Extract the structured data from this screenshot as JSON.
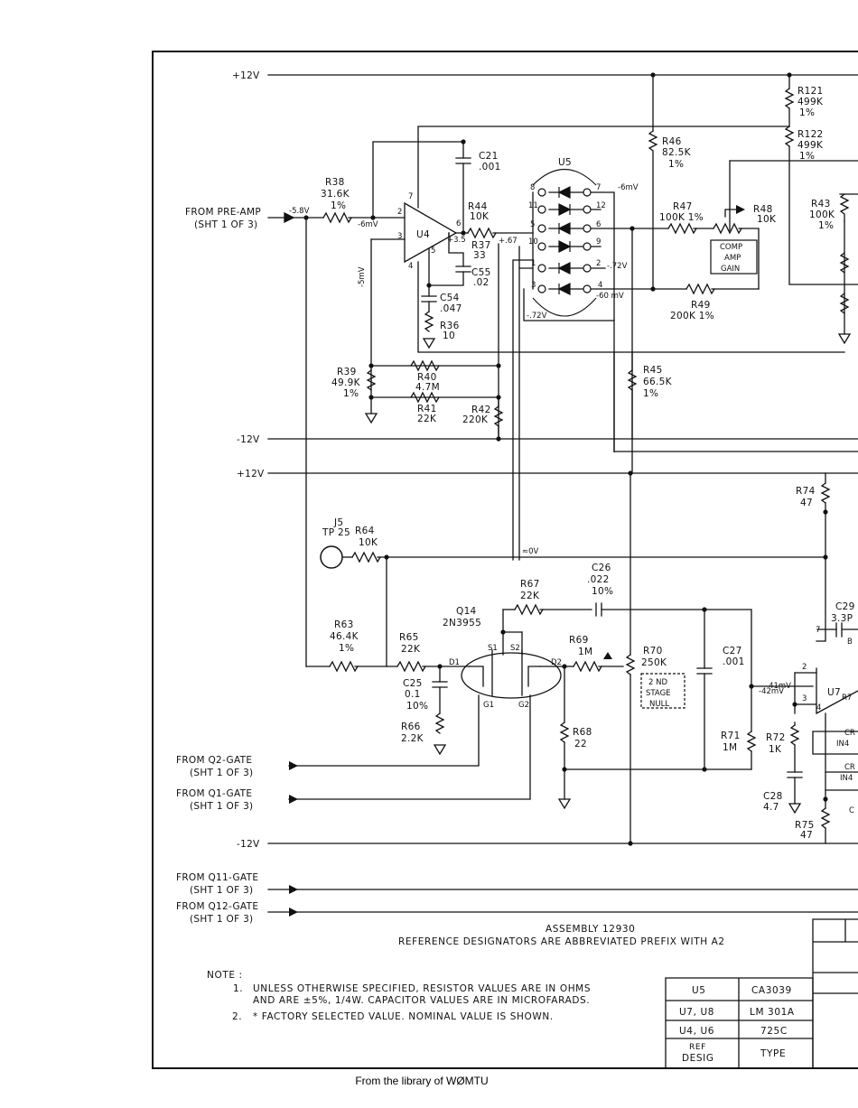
{
  "rails": {
    "p12_top": "+12V",
    "m12_top": "-12V",
    "p12_mid": "+12V",
    "m12_bot": "-12V"
  },
  "inputs": {
    "preamp_l1": "FROM PRE-AMP",
    "preamp_l2": "(SHT 1 OF 3)",
    "q2_l1": "FROM Q2-GATE",
    "q2_l2": "(SHT 1 OF 3)",
    "q1_l1": "FROM Q1-GATE",
    "q1_l2": "(SHT 1 OF 3)",
    "q11_l1": "FROM Q11-GATE",
    "q11_l2": "(SHT 1 OF 3)",
    "q12_l1": "FROM Q12-GATE",
    "q12_l2": "(SHT 1 OF 3)"
  },
  "components": {
    "R38": [
      "R38",
      "31.6K",
      "1%"
    ],
    "R39": [
      "R39",
      "49.9K",
      "1%"
    ],
    "R40": [
      "R40",
      "4.7M"
    ],
    "R41": [
      "R41",
      "22K"
    ],
    "R42": [
      "R42",
      "220K"
    ],
    "R36": [
      "R36",
      "10"
    ],
    "R37": [
      "R37",
      "33"
    ],
    "R44": [
      "R44",
      "10K"
    ],
    "R45": [
      "R45",
      "66.5K",
      "1%"
    ],
    "R46": [
      "R46",
      "82.5K",
      "1%"
    ],
    "R47": [
      "R47",
      "100K 1%"
    ],
    "R48": [
      "R48",
      "10K"
    ],
    "R49": [
      "R49",
      "200K 1%"
    ],
    "R43": [
      "R43",
      "100K",
      "1%"
    ],
    "R121": [
      "R121",
      "499K",
      "1%"
    ],
    "R122": [
      "R122",
      "499K",
      "1%"
    ],
    "R63": [
      "R63",
      "46.4K",
      "1%"
    ],
    "R64": [
      "R64",
      "10K"
    ],
    "R65": [
      "R65",
      "22K"
    ],
    "R66": [
      "R66",
      "2.2K"
    ],
    "R67": [
      "R67",
      "22K"
    ],
    "R68": [
      "R68",
      "22"
    ],
    "R69": [
      "R69",
      "1M"
    ],
    "R70": [
      "R70",
      "250K"
    ],
    "R71": [
      "R71",
      "1M"
    ],
    "R72": [
      "R72",
      "1K"
    ],
    "R74": [
      "R74",
      "47"
    ],
    "R75": [
      "R75",
      "47"
    ],
    "C21": [
      "C21",
      ".001"
    ],
    "C54": [
      "C54",
      ".047"
    ],
    "C55": [
      "C55",
      ".02"
    ],
    "C25": [
      "C25",
      "0.1",
      "10%"
    ],
    "C26": [
      "C26",
      ".022",
      "10%"
    ],
    "C27": [
      "C27",
      ".001"
    ],
    "C28": [
      "C28",
      "4.7"
    ],
    "C29": [
      "C29",
      "3.3P"
    ],
    "U4": "U4",
    "U5": "U5",
    "U7": "U7",
    "Q14": [
      "Q14",
      "2N3955"
    ],
    "J5": [
      "J5",
      "TP 25"
    ]
  },
  "boxes": {
    "comp_gain": [
      "COMP",
      "AMP",
      "GAIN"
    ],
    "null_box": [
      "2 ND",
      "STAGE",
      "NULL"
    ]
  },
  "voltages": {
    "v_in": "-5.8V",
    "v_u4_inv": "-6mV",
    "v_u4_pos": "-5mV",
    "v_u4_out": "+.67",
    "v_p35": "+3.5",
    "v_u5_7": "-6mV",
    "v_u5_2": "-.72V",
    "v_u5_4": "-60 mV",
    "v_u5_3": "-.72V",
    "v_0": "≈0V",
    "v_u7_neg": "-41mV",
    "v_u7_pos": "-42mV"
  },
  "pins": {
    "u4": [
      "7",
      "2",
      "3",
      "4",
      "5",
      "6"
    ],
    "u5": [
      "8",
      "7",
      "11",
      "12",
      "5",
      "6",
      "10",
      "9",
      "1",
      "2",
      "3",
      "4"
    ],
    "u7": [
      "7",
      "2",
      "3",
      "4"
    ],
    "q14": [
      "S1",
      "S2",
      "D1",
      "D2",
      "G1",
      "G2"
    ]
  },
  "partial_edge": [
    "B",
    "CR",
    "IN4",
    "CR",
    "IN4",
    "R7",
    "C"
  ],
  "assembly": {
    "title": "ASSEMBLY 12930",
    "subtitle": "REFERENCE DESIGNATORS ARE ABBREVIATED PREFIX WITH A2"
  },
  "notes": {
    "heading": "NOTE :",
    "n1_num": "1.",
    "n1_l1": "UNLESS OTHERWISE SPECIFIED, RESISTOR VALUES ARE IN OHMS",
    "n1_l2": "AND ARE ±5%, 1/4W.   CAPACITOR VALUES ARE IN MICROFARADS.",
    "n2_num": "2.",
    "n2_text": "* FACTORY SELECTED VALUE. NOMINAL VALUE IS SHOWN."
  },
  "type_table": {
    "rows": [
      [
        "U5",
        "CA3039"
      ],
      [
        "U7, U8",
        "LM 301A"
      ],
      [
        "U4, U6",
        "725C"
      ]
    ],
    "header_ref_l1": "REF",
    "header_ref_l2": "DESIG",
    "header_type": "TYPE"
  },
  "footer": "From the library of WØMTU"
}
